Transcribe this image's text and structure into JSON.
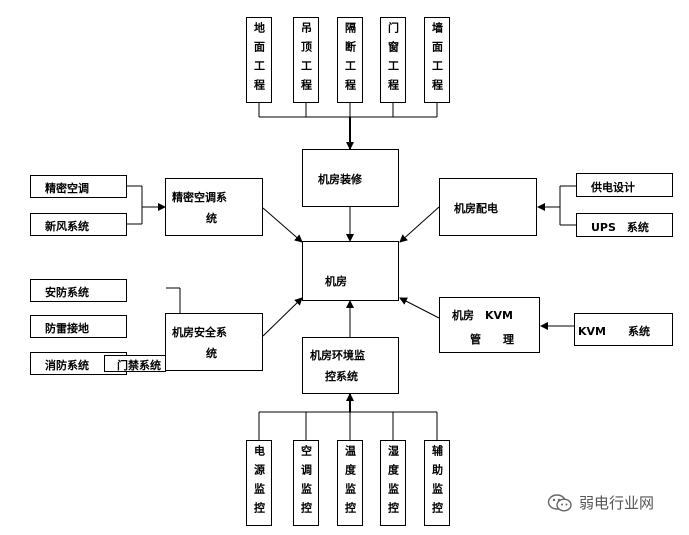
{
  "top_group": [
    "地面工程",
    "吊顶工程",
    "隔断工程",
    "门窗工程",
    "墙面工程"
  ],
  "bottom_group": [
    "电源监控",
    "空调监控",
    "温度监控",
    "湿度监控",
    "辅助监控"
  ],
  "center": "机房",
  "decoration": "机房装修",
  "env_monitor": {
    "line1": "机房环境监",
    "line2": "控系统"
  },
  "precision_ac": {
    "line1": "精密空调系",
    "line2": "统"
  },
  "security": {
    "line1": "机房安全系",
    "line2": "统"
  },
  "power": "机房配电",
  "kvm": {
    "line1": "机房　KVM",
    "line2": "管　　理"
  },
  "left_top": [
    "精密空调",
    "新风系统"
  ],
  "left_bottom": [
    "安防系统",
    "防雷接地",
    "消防系统"
  ],
  "access_control": "门禁系统",
  "right_top": [
    "供电设计",
    "UPS　系统"
  ],
  "kvm_system": "KVM　　系统",
  "watermark": "弱电行业网"
}
